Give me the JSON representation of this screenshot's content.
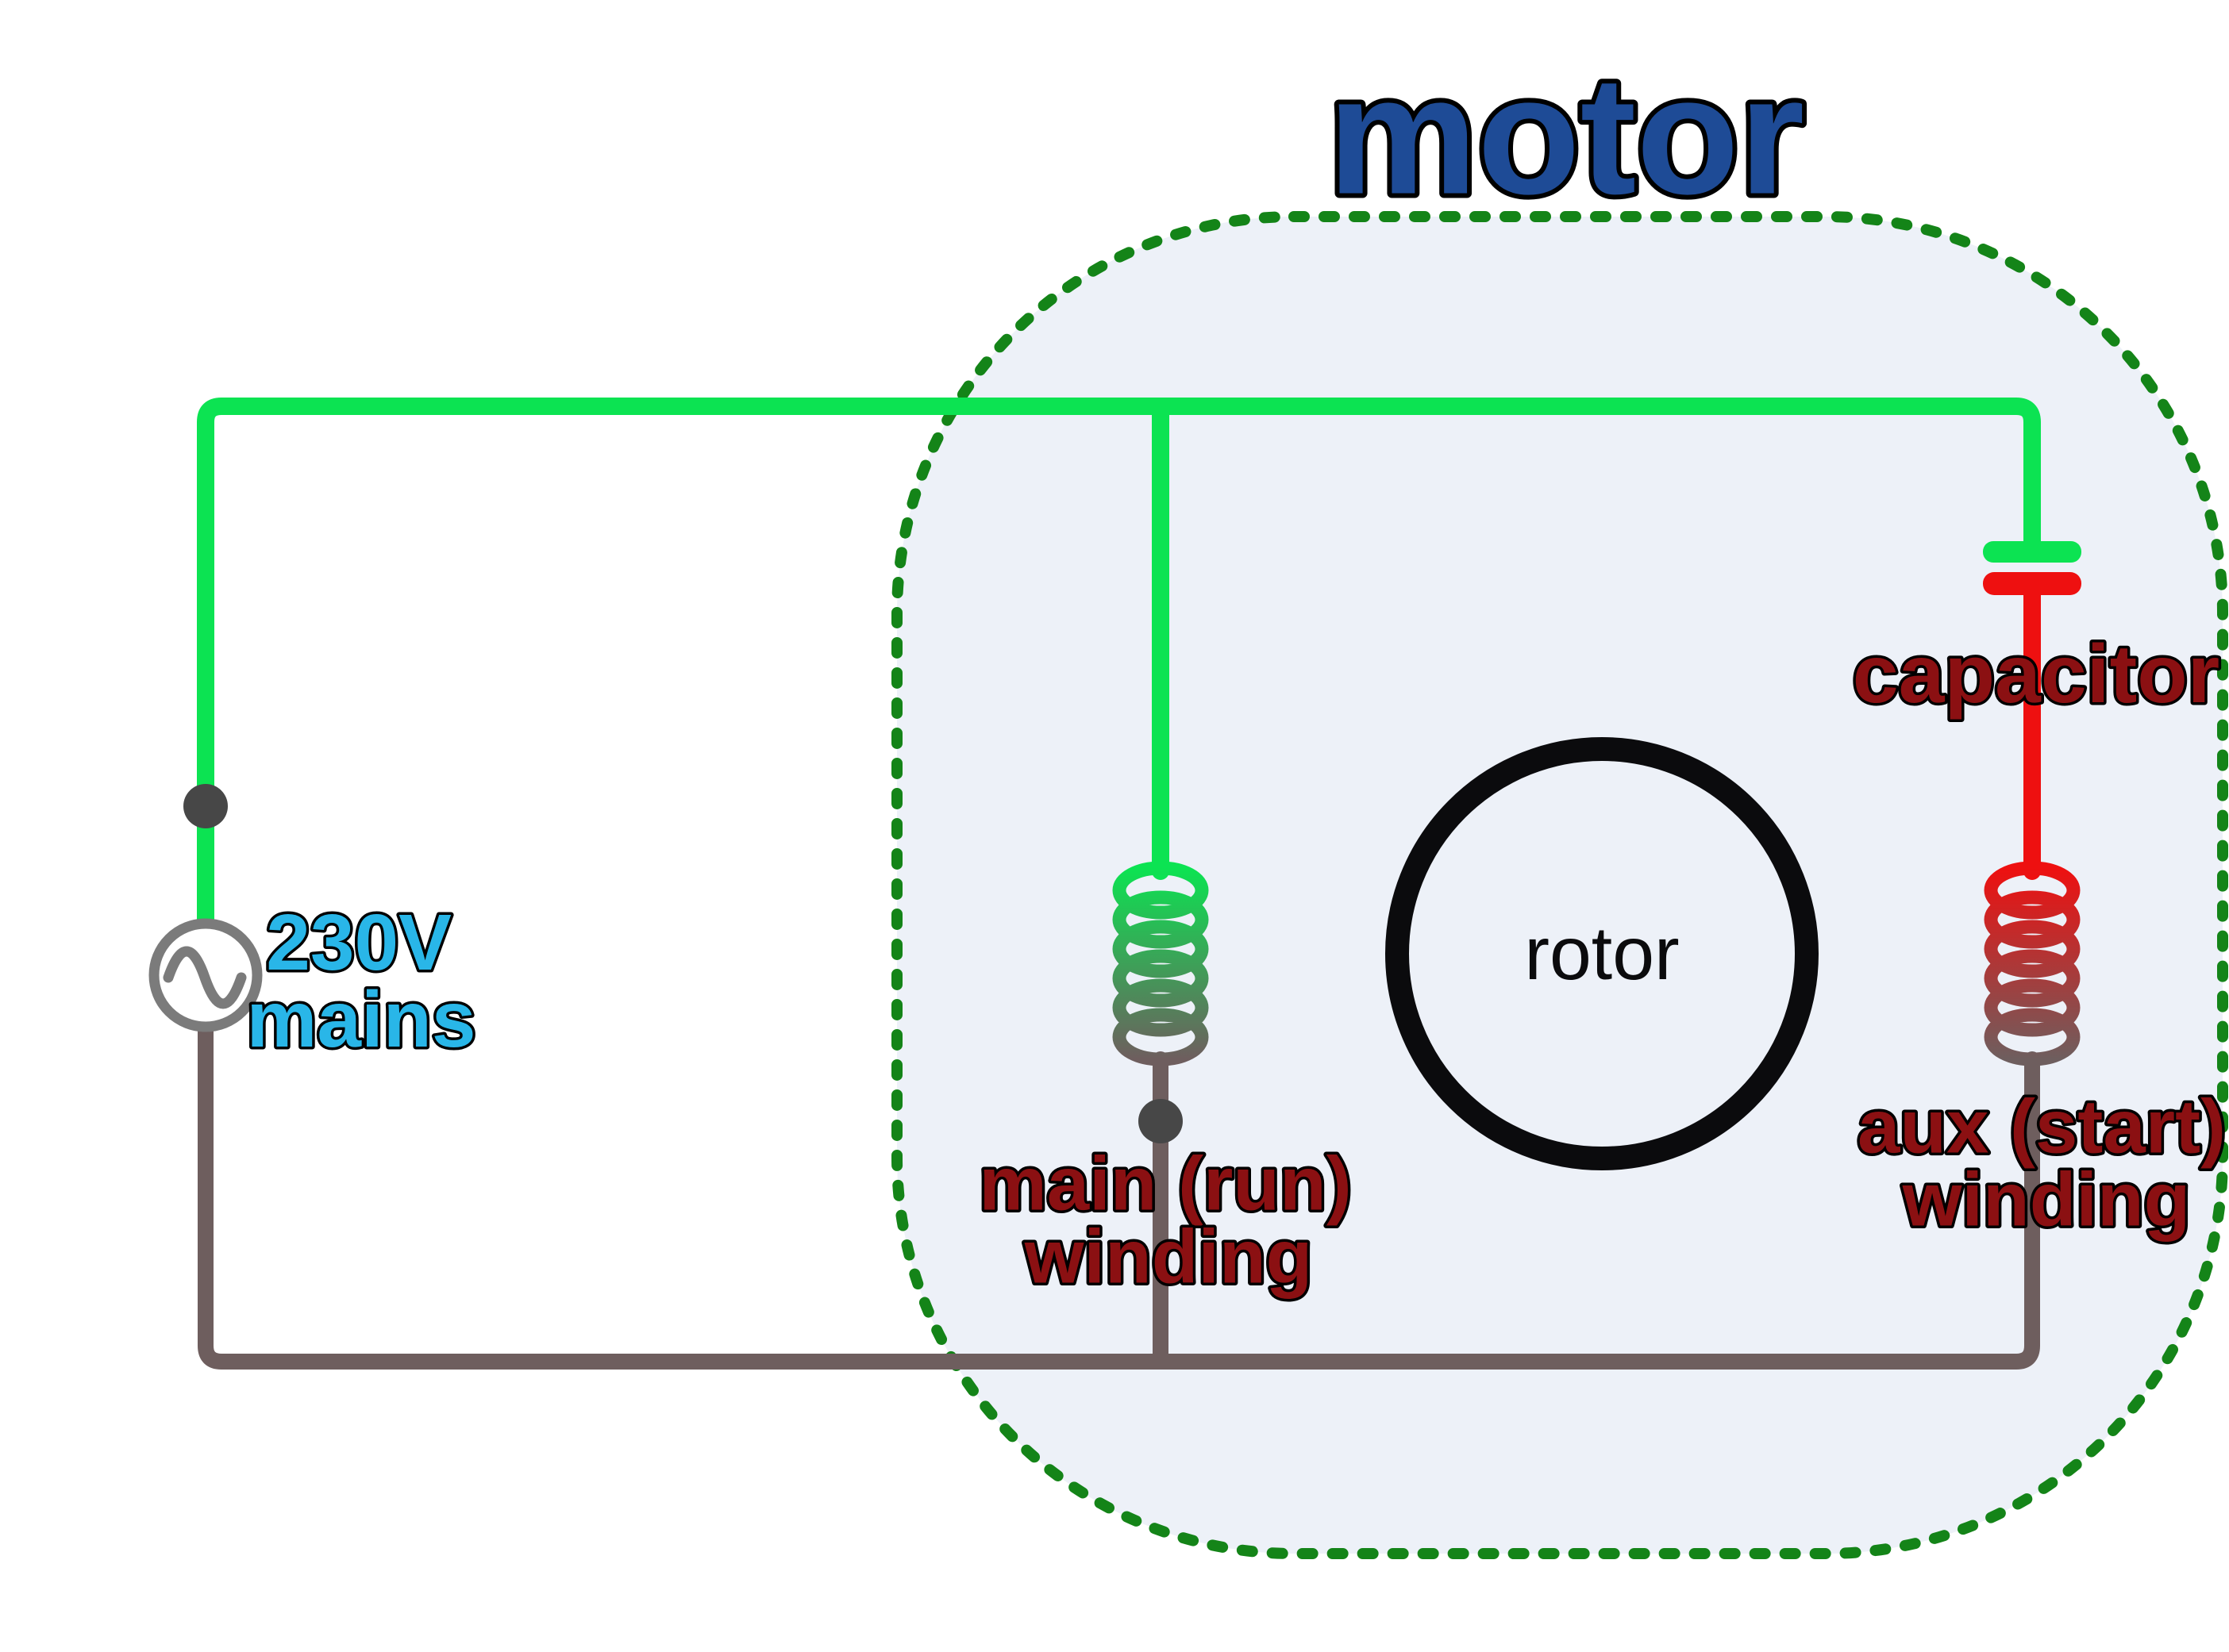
{
  "title": "motor",
  "source": {
    "label_line1": "230V",
    "label_line2": "mains"
  },
  "motor": {
    "rotor_label": "rotor",
    "capacitor_label": "capacitor",
    "main_winding": {
      "label_line1": "main (run)",
      "label_line2": "winding"
    },
    "aux_winding": {
      "label_line1": "aux (start)",
      "label_line2": "winding"
    }
  },
  "colors": {
    "title_blue": "#1e4b96",
    "label_dark_red": "#8b1012",
    "mains_cyan": "#29b6e8",
    "wire_green": "#0ce352",
    "wire_red": "#ee1010",
    "wire_gray": "#6e5e5e",
    "junction_dot_gray": "#474747",
    "ac_source_gray": "#7b7b7b",
    "motor_border_green": "#148418",
    "motor_fill": "#edf1f8",
    "rotor_black": "#0b0b0d",
    "text_outline_black": "#000000"
  }
}
